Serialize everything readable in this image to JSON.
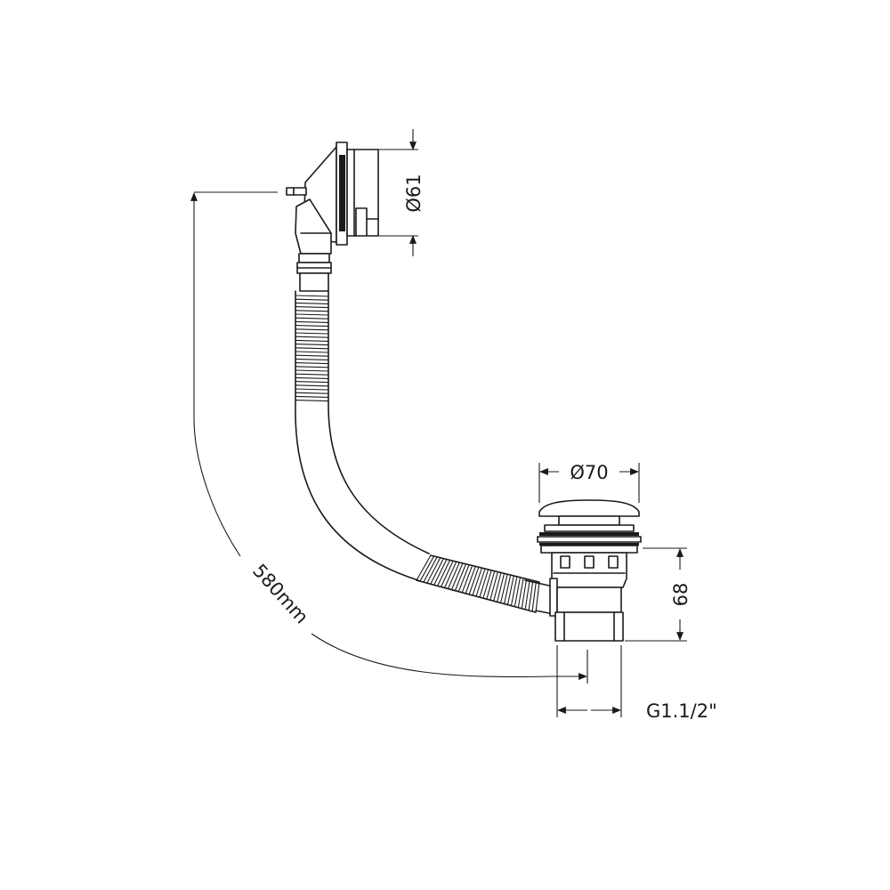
{
  "diagram": {
    "overflow_diameter_label": "Ø61",
    "waste_diameter_label": "Ø70",
    "waste_height_label": "68",
    "cable_length_label": "580mm",
    "thread_label": "G1.1/2\""
  },
  "colors": {
    "line": "#1a1a1a",
    "background": "#ffffff"
  }
}
